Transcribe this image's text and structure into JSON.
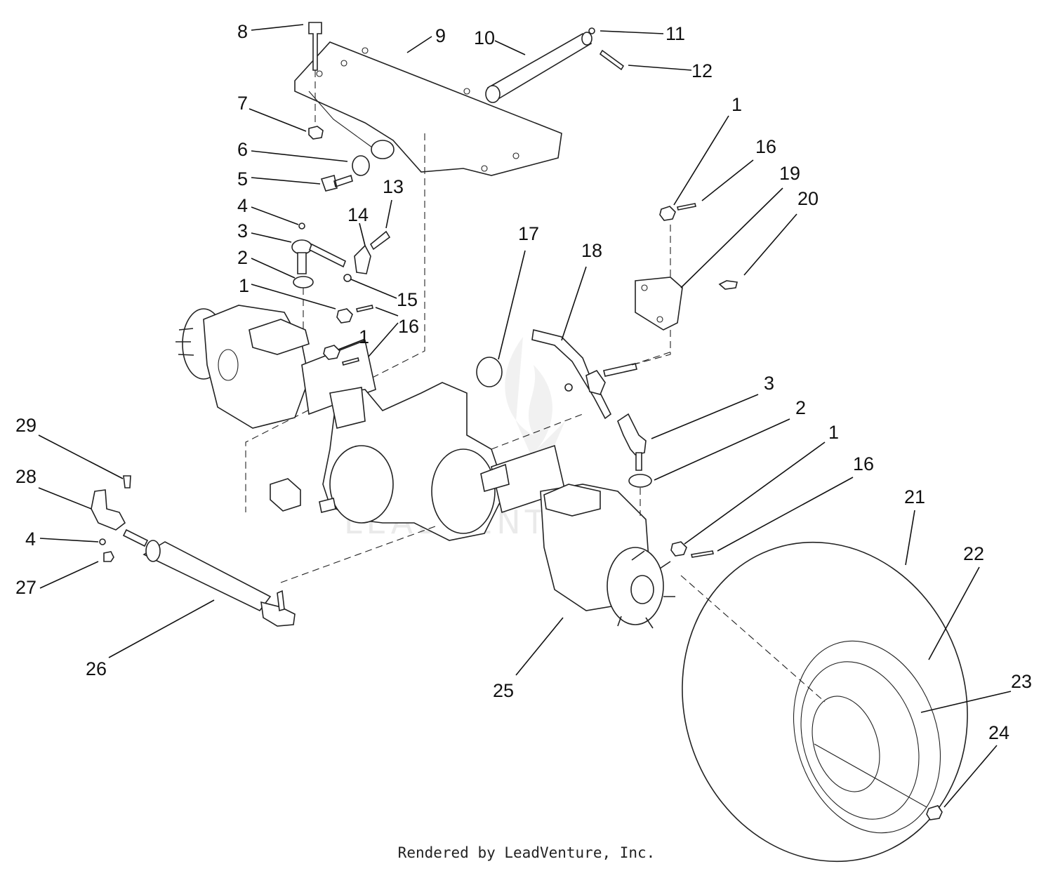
{
  "watermark_text": "LEADVENTURE",
  "credit_text": "Rendered by LeadVenture, Inc.",
  "callouts": [
    "1",
    "16",
    "19",
    "20",
    "17",
    "18",
    "3",
    "2",
    "1",
    "16",
    "21",
    "22",
    "23",
    "24",
    "25",
    "26",
    "29",
    "28",
    "4",
    "27",
    "8",
    "9",
    "10",
    "11",
    "12",
    "7",
    "6",
    "5",
    "4",
    "3",
    "2",
    "1",
    "13",
    "14",
    "15",
    "1",
    "16"
  ]
}
